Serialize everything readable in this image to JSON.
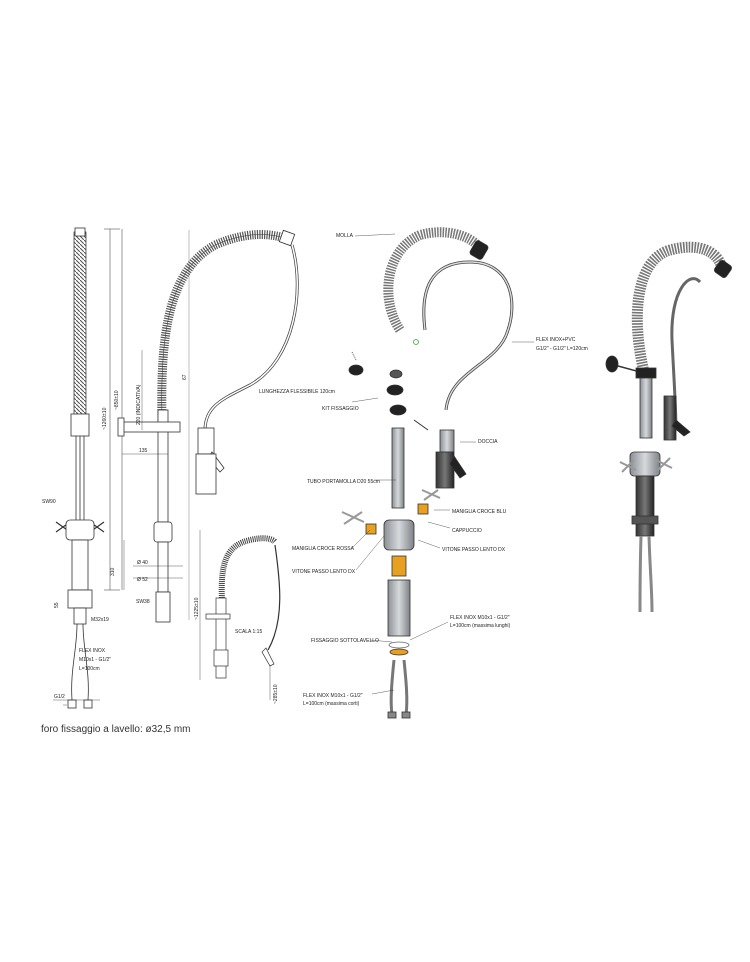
{
  "footer_note": "foro fissaggio a lavello: ø32,5 mm",
  "colors": {
    "line": "#333333",
    "spring": "#555555",
    "accent_orange": "#e8a020",
    "steel": "#b8bcc0",
    "dark": "#222222",
    "green": "#40b040"
  },
  "dimensions": {
    "total_height": "~1260±10",
    "height_2": "~850±10",
    "flex_length": "220 (INDICATIVA)",
    "sw90": "SW90",
    "d135": "135",
    "d67": "67",
    "d310": "310",
    "d40": "Ø 40",
    "d52": "Ø 52",
    "sw38": "SW38",
    "d55": "55",
    "m32": "M32x19",
    "flex_inox_1": "FLEX INOX",
    "flex_inox_2": "M10x1 - G1/2\"",
    "flex_inox_3": "L=100cm",
    "g12": "G1/2",
    "lunghezza": "LUNGHEZZA FLESSIBILE 120cm",
    "scala": "SCALA 1:15",
    "d1225": "~1225±10",
    "d285": "~285±10"
  },
  "parts": {
    "molla": "MOLLA",
    "flex_pvc_1": "FLEX INOX+PVC",
    "flex_pvc_2": "G1/2\" - G1/2\" L=120cm",
    "kit": "KIT FISSAGGIO",
    "doccia": "DOCCIA",
    "tubo": "TUBO PORTAMOLLA D20 55cm",
    "maniglia_blu": "MANIGLIA CROCE BLU",
    "cappuccio": "CAPPUCCIO",
    "maniglia_rossa": "MANIGLIA CROCE ROSSA",
    "vitone_dx": "VITONE PASSO LENTO DX",
    "vitone_sx": "VITONE PASSO LENTO DX",
    "flex_lunghi_1": "FLEX INOX M10x1 - G1/2\"",
    "flex_lunghi_2": "L=100cm (massima lunghi)",
    "fissaggio": "FISSAGGIO SOTTOLAVELLO",
    "flex_corti_1": "FLEX INOX M10x1 - G1/2\"",
    "flex_corti_2": "L=100cm (massima corti)"
  }
}
